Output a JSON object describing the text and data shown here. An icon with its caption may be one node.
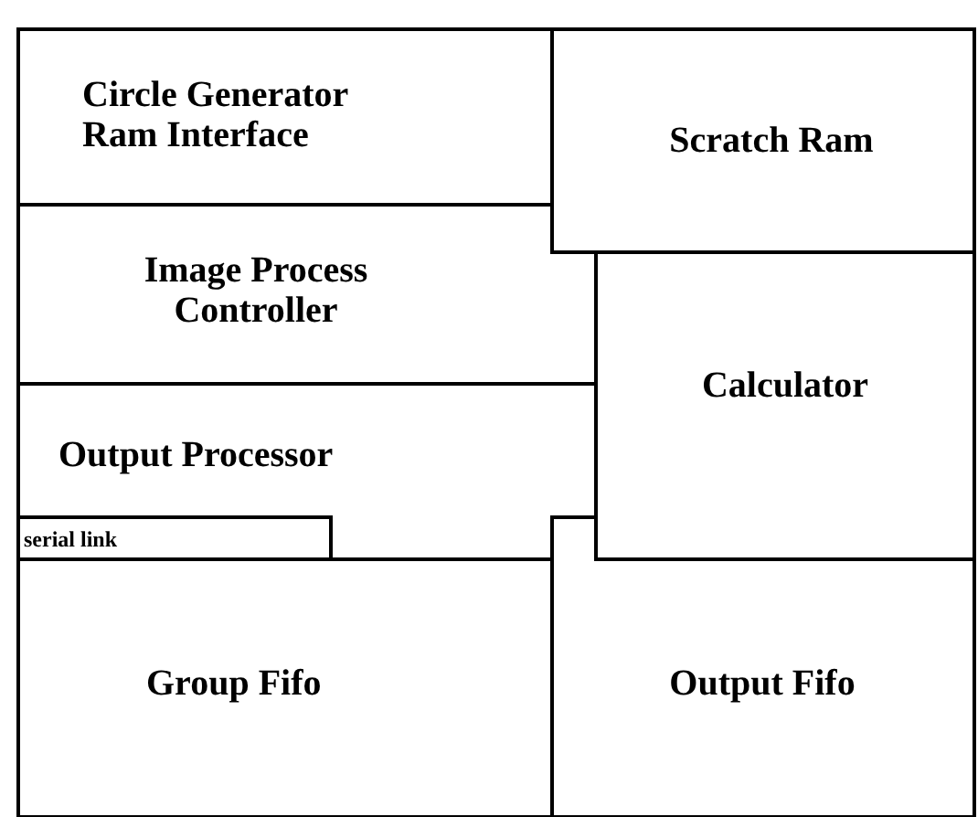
{
  "diagram": {
    "nodes": [
      {
        "text": [
          "Circle Generator Ram Interface"
        ]
      },
      {
        "text": [
          "Scratch Ram"
        ]
      },
      {
        "text": [
          "Image Process Controller"
        ]
      },
      {
        "text": [
          "Calculator"
        ]
      },
      {
        "text": [
          "Output Processor"
        ]
      },
      {
        "text": [
          "serial link"
        ],
        "in": 4
      },
      {
        "text": [
          "Group Fifo"
        ]
      },
      {
        "text": [
          "Output Fifo"
        ]
      }
    ]
  }
}
